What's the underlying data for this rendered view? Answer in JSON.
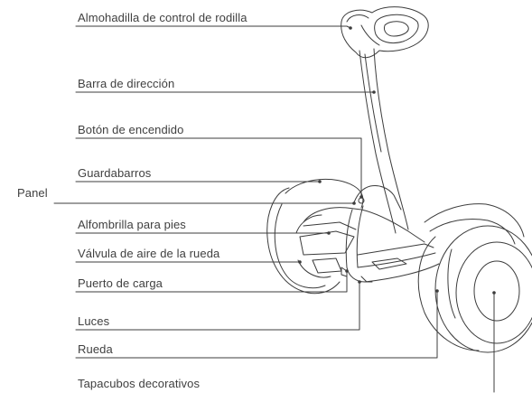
{
  "diagram": {
    "labels": {
      "knee_pad": "Almohadilla de control de rodilla",
      "steering_bar": "Barra de dirección",
      "power_button": "Botón de encendido",
      "fender": "Guardabarros",
      "panel": "Panel",
      "foot_mat": "Alfombrilla para pies",
      "tire_valve": "Válvula de aire de la rueda",
      "charging_port": "Puerto de carga",
      "lights": "Luces",
      "wheel": "Rueda",
      "hubcap": "Tapacubos decorativos"
    },
    "colors": {
      "line": "#3c3c3c",
      "text": "#404040",
      "background": "#ffffff"
    }
  }
}
